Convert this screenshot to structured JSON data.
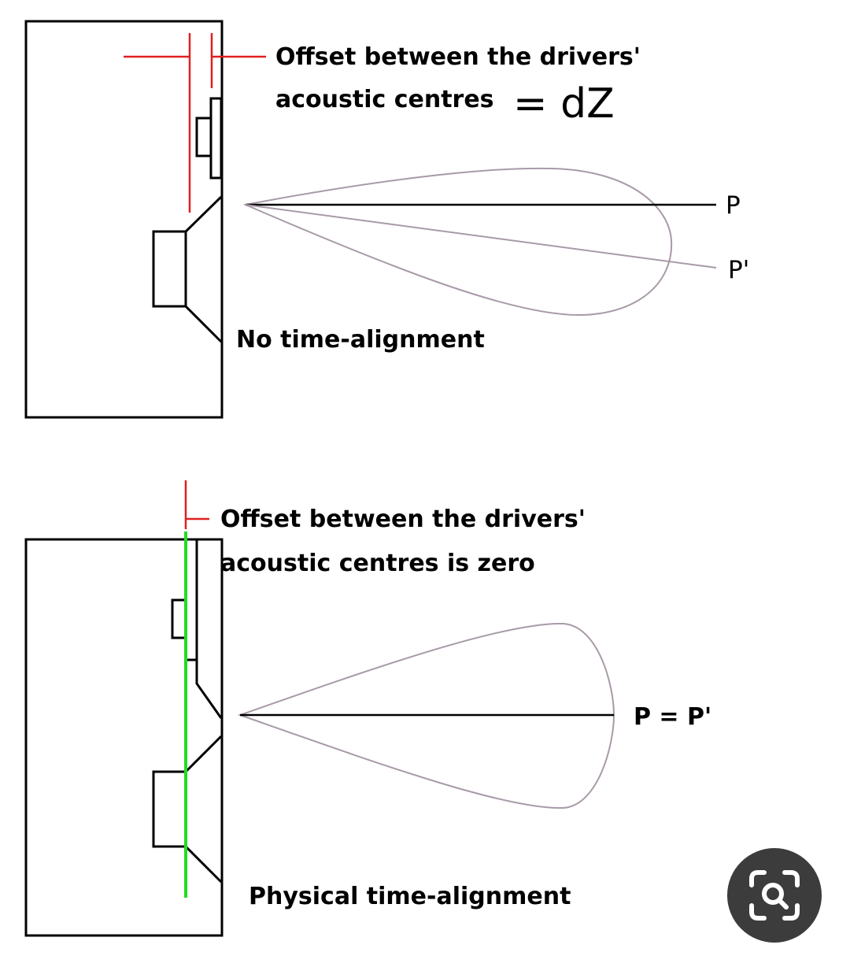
{
  "top_panel": {
    "label_line1": "Offset between the drivers'",
    "label_line2": "acoustic centres",
    "label_equals": "= dZ",
    "caption": "No time-alignment",
    "point_p": "P",
    "point_p_prime": "P'"
  },
  "bottom_panel": {
    "label_line1": "Offset between the drivers'",
    "label_line2": "acoustic centres is zero",
    "caption": "Physical time-alignment",
    "point_label": "P = P'"
  },
  "colors": {
    "outline": "#000000",
    "offset_marker": "#e02020",
    "alignment_line": "#22dd22",
    "lobe": "#a89aa8",
    "button_bg": "#3c3c3c"
  },
  "lens_button": {
    "icon": "lens-search-icon"
  }
}
